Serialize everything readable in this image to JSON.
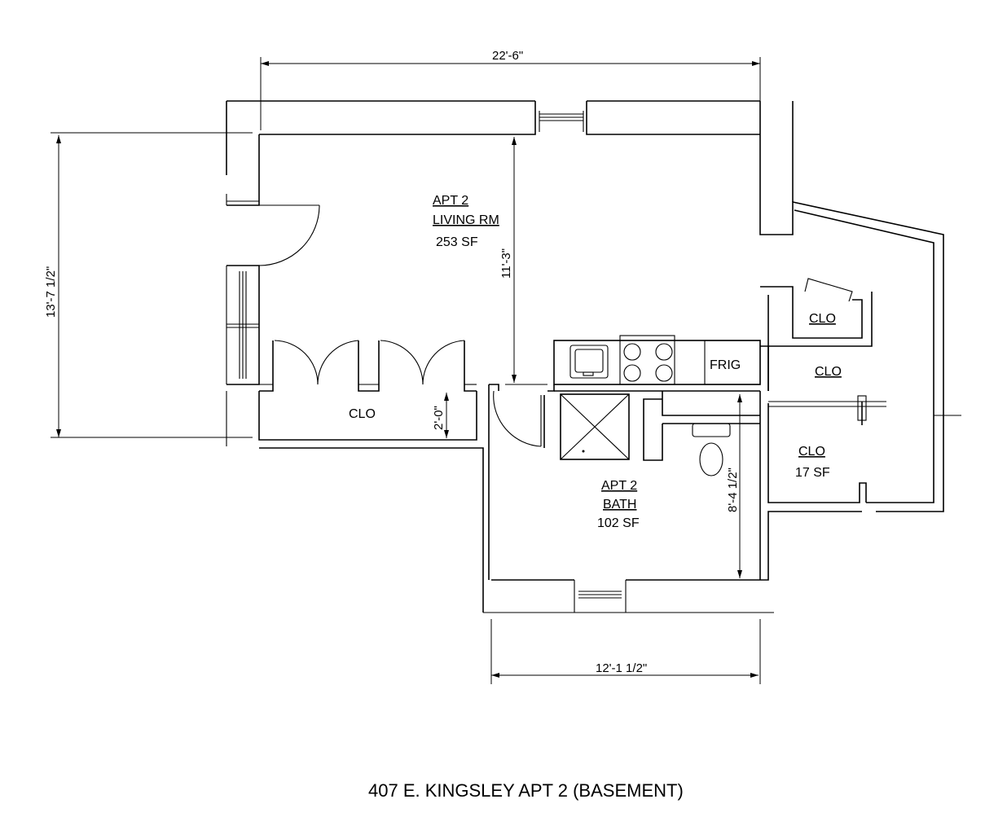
{
  "rooms": {
    "living": {
      "name1": "APT 2",
      "name2": "LIVING RM",
      "area": "253 SF"
    },
    "bath": {
      "name1": "APT 2",
      "name2": "BATH",
      "area": "102 SF"
    },
    "closet_hall": {
      "name": "CLO"
    },
    "closet_upper": {
      "name": "CLO"
    },
    "closet_mid": {
      "name": "CLO"
    },
    "closet_lower": {
      "name": "CLO",
      "area": "17 SF"
    }
  },
  "fixtures": {
    "fridge": "FRIG"
  },
  "dimensions": {
    "overall_width": "22'-6\"",
    "overall_height": "13'-7 1/2\"",
    "living_depth": "11'-3\"",
    "closet_depth": "2'-0\"",
    "bath_depth": "8'-4 1/2\"",
    "bath_width": "12'-1 1/2\""
  },
  "caption": "407  E. KINGSLEY APT 2 (BASEMENT)"
}
